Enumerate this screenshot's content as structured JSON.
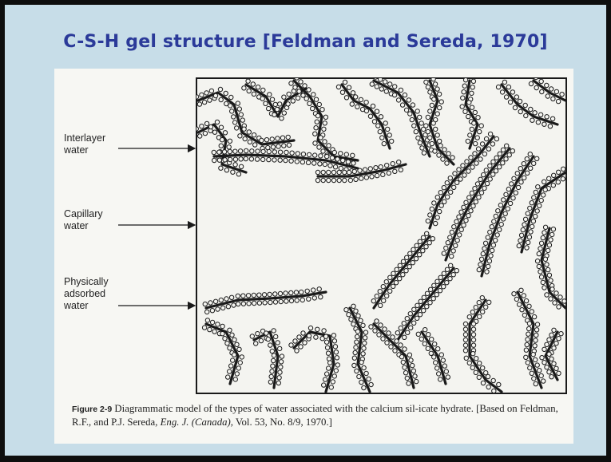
{
  "slide": {
    "title": "C-S-H gel structure [Feldman and Sereda, 1970]"
  },
  "diagram": {
    "labels": {
      "interlayer_line1": "Interlayer",
      "interlayer_line2": "water",
      "capillary_line1": "Capillary",
      "capillary_line2": "water",
      "physically_line1": "Physically",
      "physically_line2": "adsorbed",
      "physically_line3": "water"
    },
    "colors": {
      "slide_background": "#c7dde8",
      "title": "#2b3a99",
      "figure_background": "#f7f7f3",
      "ink": "#1a1a1a"
    }
  },
  "caption": {
    "figure_number": "Figure 2-9",
    "text_part1": "Diagrammatic model of the types of water associated with the calcium sil-icate hydrate. [Based on Feldman, R.F., and P.J. Sereda,",
    "journal": "Eng. J. (Canada),",
    "text_part2": "Vol. 53, No. 8/9, 1970.]"
  }
}
